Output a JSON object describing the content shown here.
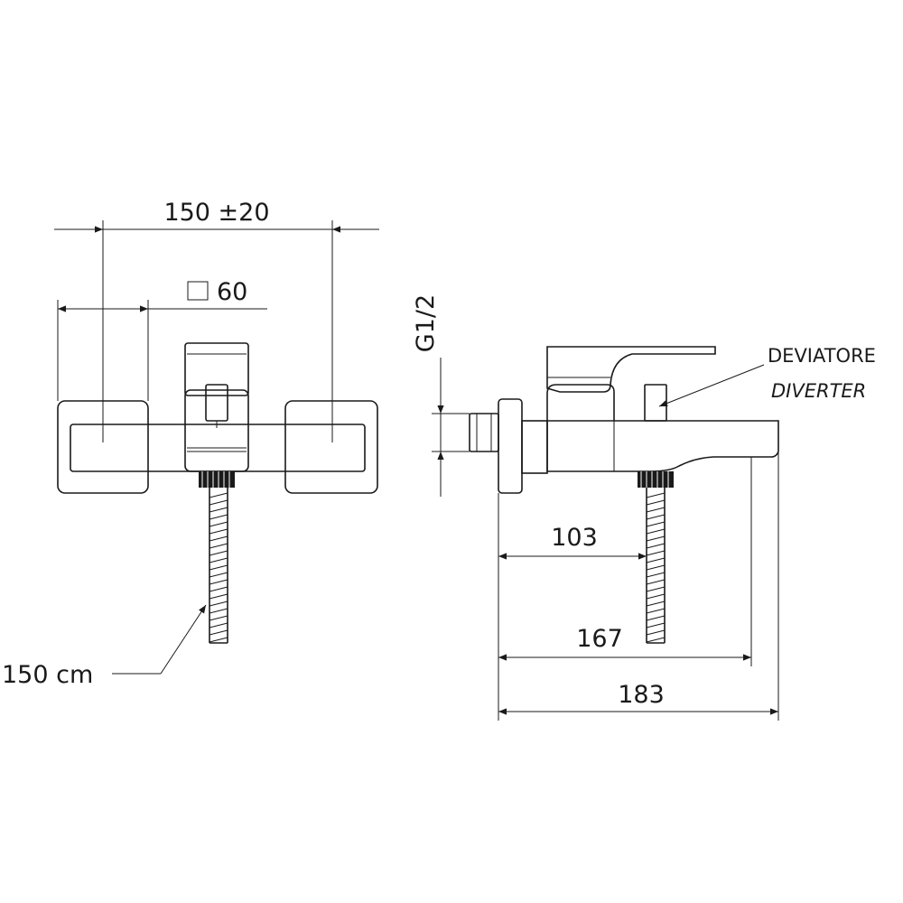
{
  "dimensions": {
    "center_distance": "150 ±20",
    "square_size": "60",
    "hose_length": "150 cm",
    "inlet_thread": "G1/2",
    "depth_to_shower_outlet": "103",
    "depth_to_spout": "167",
    "total_depth": "183"
  },
  "labels": {
    "diverter_it": "DEVIATORE",
    "diverter_en": "DIVERTER"
  }
}
